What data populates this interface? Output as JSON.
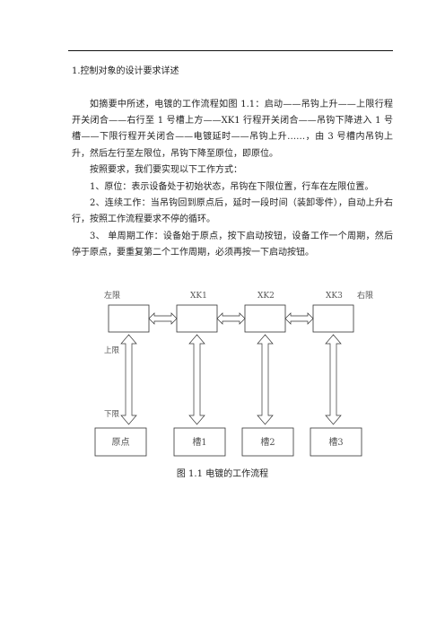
{
  "heading": "1.控制对象的设计要求详述",
  "paragraphs": [
    "如摘要中所述，电镀的工作流程如图 1.1：启动——吊钩上升——上限行程开关闭合——右行至 1 号槽上方——XK1 行程开关闭合——吊钩下降进入 1 号槽——下限行程开关闭合——电镀延时——吊钩上升……，由 3 号槽内吊钩上升，然后左行至左限位，吊钩下降至原位，即原位。",
    "按照要求，我们要实现以下工作方式：",
    "1、原位：表示设备处于初始状态，吊钩在下限位置，行车在左限位置。",
    "2、连续工作：当吊钩回到原点后，延时一段时间（装卸零件），自动上升右行，按照工作流程要求不停的循环。",
    "3、  单周期工作：设备始于原点，按下启动按钮，设备工作一个周期，然后停于原点，要重复第二个工作周期，必须再按一下启动按钮。"
  ],
  "diagram": {
    "left_limit": "左限",
    "right_limit": "右限",
    "upper_limit": "上限",
    "lower_limit": "下限",
    "xk1": "XK1",
    "xk2": "XK2",
    "xk3": "XK3",
    "origin": "原点",
    "tank1": "槽1",
    "tank2": "槽2",
    "tank3": "槽3"
  },
  "caption": "图 1.1 电镀的工作流程"
}
